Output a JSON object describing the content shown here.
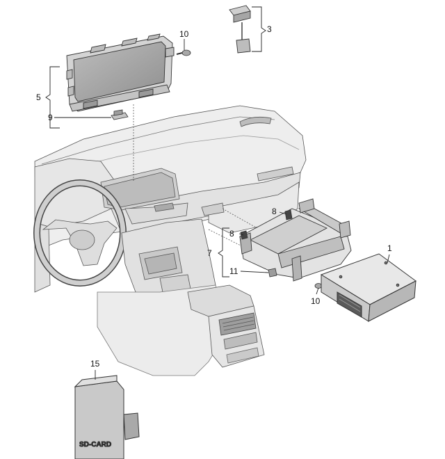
{
  "callouts": {
    "c1": "1",
    "c3": "3",
    "c5": "5",
    "c7": "7",
    "c8a": "8",
    "c8b": "8",
    "c9": "9",
    "c10a": "10",
    "c10b": "10",
    "c11": "11",
    "c15": "15"
  },
  "sd_card_label": "SD-CARD",
  "colors": {
    "line": "#333333",
    "shade_light": "#e4e4e4",
    "shade_mid": "#c9c9c9",
    "shade_dark": "#9a9a9a",
    "screen": "#a8a8a8"
  },
  "parts": [
    {
      "ref": "1",
      "icon": "radio-unit-box"
    },
    {
      "ref": "3",
      "icon": "cable-connector"
    },
    {
      "ref": "5",
      "icon": "display-screen"
    },
    {
      "ref": "7",
      "icon": "mounting-bracket"
    },
    {
      "ref": "8",
      "icon": "clip-fastener"
    },
    {
      "ref": "9",
      "icon": "clip-plate"
    },
    {
      "ref": "10",
      "icon": "screw"
    },
    {
      "ref": "11",
      "icon": "nut"
    },
    {
      "ref": "15",
      "icon": "sd-card-manual"
    }
  ]
}
